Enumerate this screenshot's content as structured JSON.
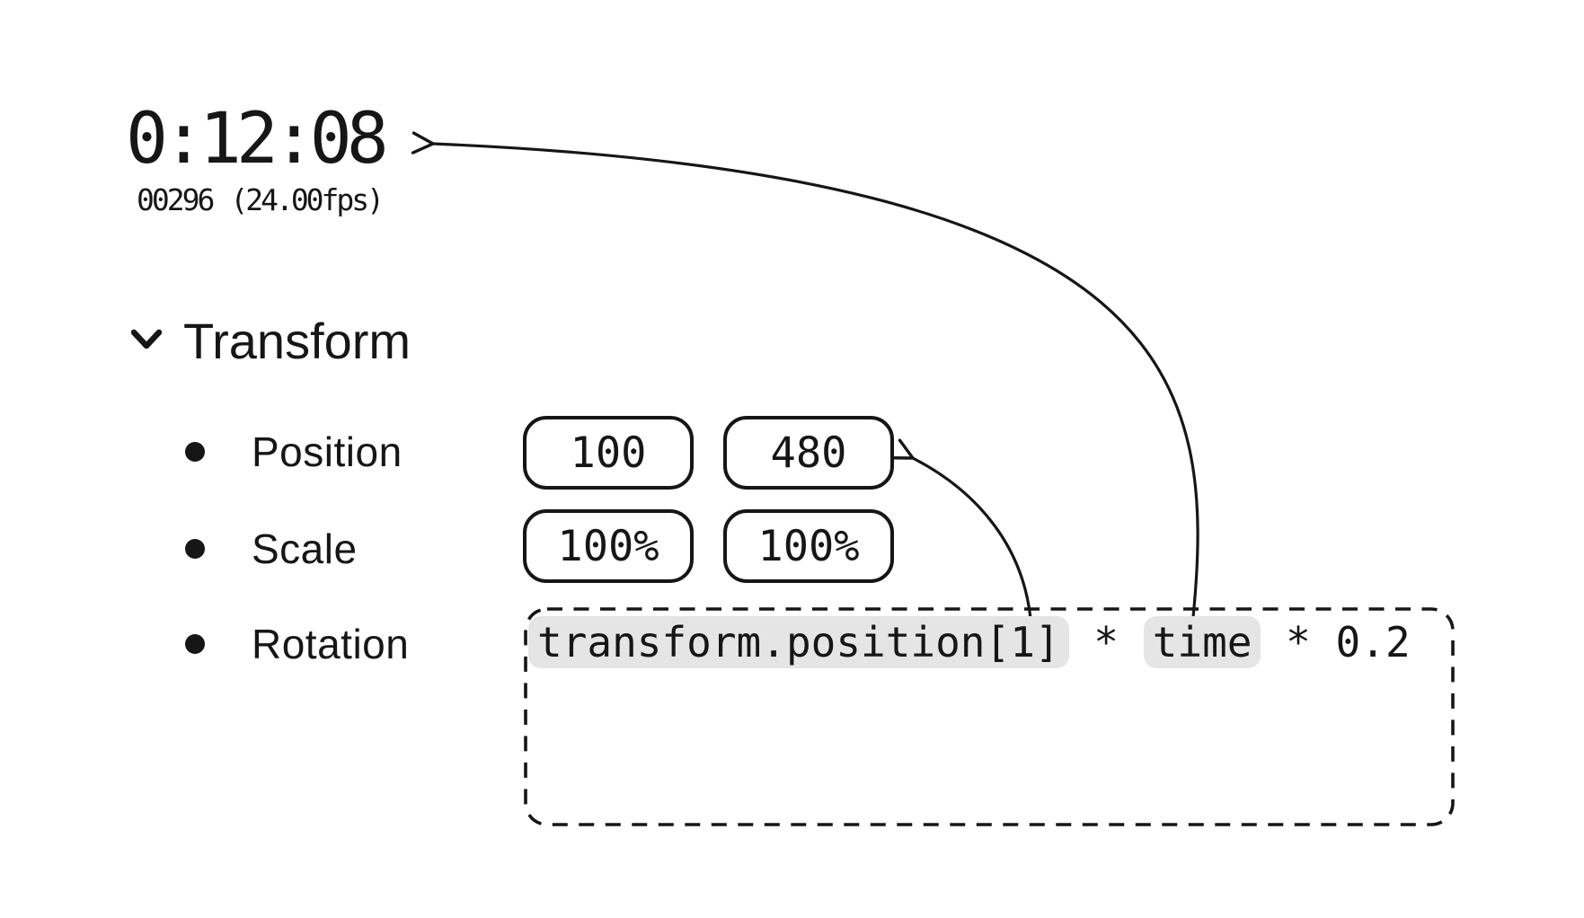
{
  "colors": {
    "ink": "#161616",
    "token_highlight": "#e5e5e5",
    "background": "#ffffff"
  },
  "timecode": {
    "display": "0:12:08",
    "frame_counter": "00296",
    "framerate": "(24.00fps)"
  },
  "transform_section": {
    "title": "Transform",
    "chevron_icon": "chevron-down",
    "rows": [
      {
        "label": "Position",
        "values": [
          "100",
          "480"
        ]
      },
      {
        "label": "Scale",
        "values": [
          "100%",
          "100%"
        ]
      },
      {
        "label": "Rotation",
        "values": []
      }
    ]
  },
  "expression_editor": {
    "full_expression": "transform.position[1] * time * 0.2",
    "tokens": [
      {
        "text": "transform.position[1]",
        "highlighted": true
      },
      {
        "text": " * ",
        "highlighted": false
      },
      {
        "text": "time",
        "highlighted": true
      },
      {
        "text": " * 0.2",
        "highlighted": false
      }
    ]
  },
  "annotations": {
    "arrows": [
      {
        "name": "arrow-time-to-timecode",
        "from": "time-token",
        "to": "timecode-display"
      },
      {
        "name": "arrow-token-to-position-y",
        "from": "position-token",
        "to": "position-y-value"
      }
    ]
  }
}
